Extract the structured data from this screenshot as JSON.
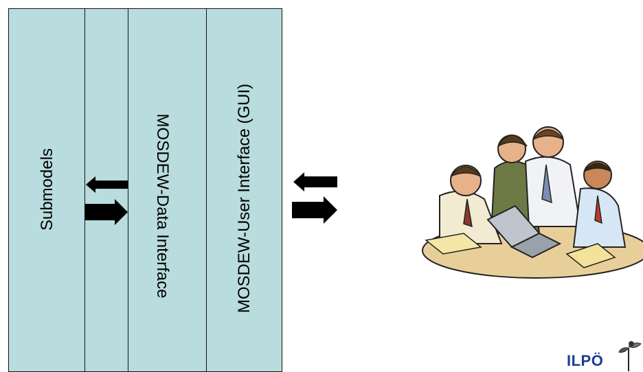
{
  "columns": {
    "submodels": "Submodels",
    "data_interface": "MOSDEW-Data Interface",
    "user_interface": "MOSDEW-User Interface (GUI)"
  },
  "logo": {
    "text": "ILPÖ"
  },
  "colors": {
    "panel": "#b9dcde",
    "arrow": "#000000",
    "logo": "#1a3e93"
  }
}
